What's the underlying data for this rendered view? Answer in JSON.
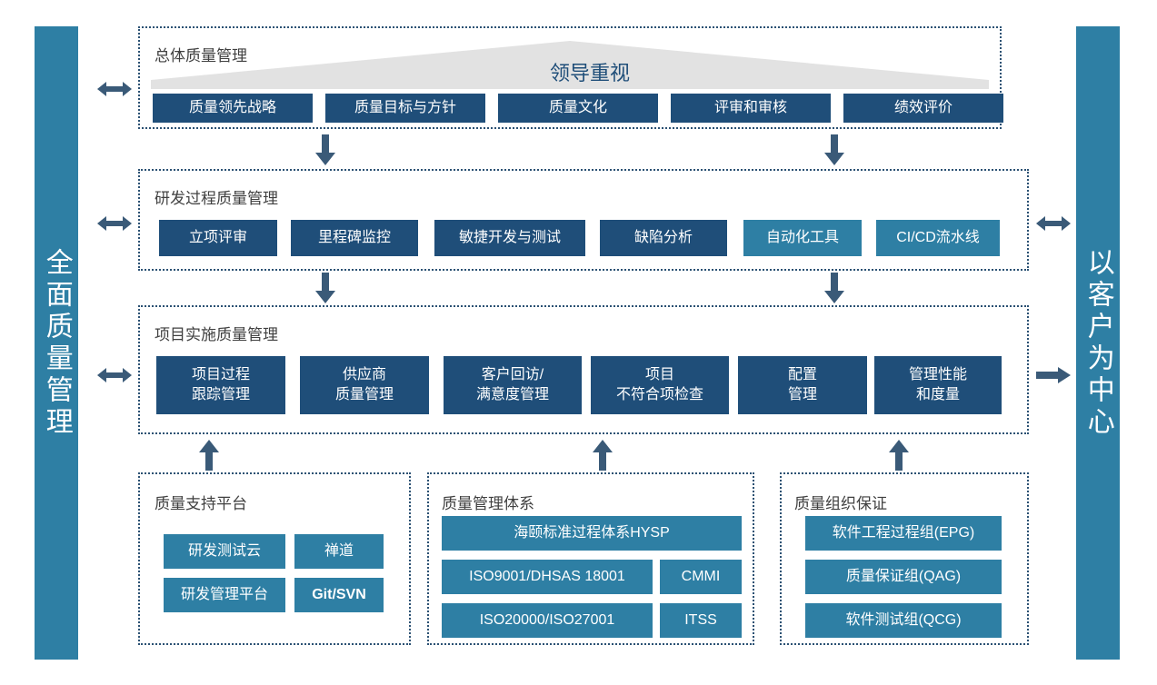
{
  "sidebars": {
    "left": {
      "label": "全面质量管理",
      "color": "#2E7FA4"
    },
    "right": {
      "label": "以客户为中心",
      "color": "#2E7FA4"
    }
  },
  "colors": {
    "navy": "#1F4E79",
    "teal": "#2E7FA4",
    "panel_border": "#2B5173",
    "banner_fill": "#E2E2E2",
    "title_text": "#404040",
    "arrow": "#3A5A78"
  },
  "panels": {
    "overall": {
      "title": "总体质量管理",
      "banner_label": "领导重视",
      "boxes": [
        {
          "label": "质量领先战略",
          "style": "navy"
        },
        {
          "label": "质量目标与方针",
          "style": "navy"
        },
        {
          "label": "质量文化",
          "style": "navy"
        },
        {
          "label": "评审和审核",
          "style": "navy"
        },
        {
          "label": "绩效评价",
          "style": "navy"
        }
      ]
    },
    "rnd": {
      "title": "研发过程质量管理",
      "boxes": [
        {
          "label": "立项评审",
          "style": "navy"
        },
        {
          "label": "里程碑监控",
          "style": "navy"
        },
        {
          "label": "敏捷开发与测试",
          "style": "navy"
        },
        {
          "label": "缺陷分析",
          "style": "navy"
        },
        {
          "label": "自动化工具",
          "style": "teal"
        },
        {
          "label": "CI/CD流水线",
          "style": "teal"
        }
      ]
    },
    "project": {
      "title": "项目实施质量管理",
      "boxes": [
        {
          "label": "项目过程\n跟踪管理",
          "style": "navy"
        },
        {
          "label": "供应商\n质量管理",
          "style": "navy"
        },
        {
          "label": "客户回访/\n满意度管理",
          "style": "navy"
        },
        {
          "label": "项目\n不符合项检查",
          "style": "navy"
        },
        {
          "label": "配置\n管理",
          "style": "navy"
        },
        {
          "label": "管理性能\n和度量",
          "style": "navy"
        }
      ]
    },
    "support_platform": {
      "title": "质量支持平台",
      "boxes": [
        {
          "label": "研发测试云",
          "style": "teal",
          "bold": false
        },
        {
          "label": "禅道",
          "style": "teal",
          "bold": false
        },
        {
          "label": "研发管理平台",
          "style": "teal",
          "bold": false
        },
        {
          "label": "Git/SVN",
          "style": "teal",
          "bold": true
        }
      ]
    },
    "management_system": {
      "title": "质量管理体系",
      "boxes": [
        {
          "label": "海颐标准过程体系HYSP",
          "style": "teal"
        },
        {
          "label": "ISO9001/DHSAS 18001",
          "style": "teal"
        },
        {
          "label": "CMMI",
          "style": "teal"
        },
        {
          "label": "ISO20000/ISO27001",
          "style": "teal"
        },
        {
          "label": "ITSS",
          "style": "teal"
        }
      ]
    },
    "org_assurance": {
      "title": "质量组织保证",
      "boxes": [
        {
          "label": "软件工程过程组(EPG)",
          "style": "teal"
        },
        {
          "label": "质量保证组(QAG)",
          "style": "teal"
        },
        {
          "label": "软件测试组(QCG)",
          "style": "teal"
        }
      ]
    }
  }
}
